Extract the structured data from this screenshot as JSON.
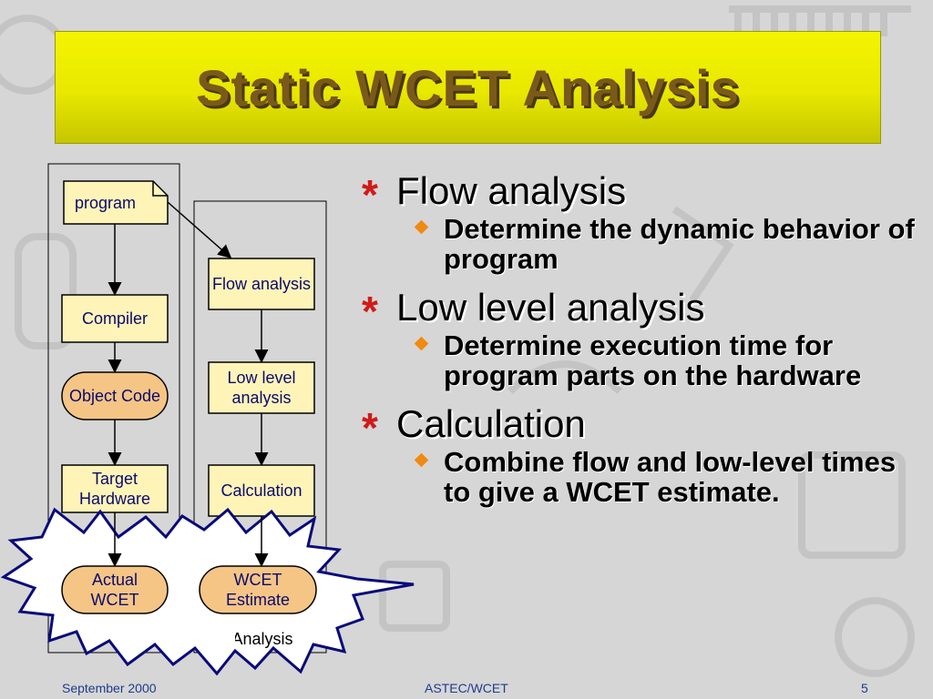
{
  "slide": {
    "title": "Static WCET Analysis",
    "colors": {
      "title_bg": "#e8e800",
      "title_text": "#7a5a1a",
      "bullet_star": "#d11a1a",
      "sub_bullet": "#f08a10",
      "box_fill": "#fff4b8",
      "oval_fill": "#f5c586",
      "footer_text": "#1c3c8c"
    }
  },
  "diagram": {
    "left_nodes": {
      "program": "program",
      "compiler": "Compiler",
      "object_code": "Object Code",
      "target_hardware": "Target Hardware",
      "actual_wcet": "Actual WCET"
    },
    "right_nodes": {
      "flow_analysis": "Flow analysis",
      "low_level_analysis": "Low level analysis",
      "calculation": "Calculation",
      "wcet_estimate": "WCET Estimate"
    },
    "right_column_partial_label": "Analysis"
  },
  "bullets": [
    {
      "heading": "Flow analysis",
      "detail": "Determine the dynamic behavior of program"
    },
    {
      "heading": "Low level analysis",
      "detail": "Determine execution time for program parts on the hardware"
    },
    {
      "heading": "Calculation",
      "detail": "Combine flow and low-level times to give a WCET estimate."
    }
  ],
  "footer": {
    "date": "September 2000",
    "center": "ASTEC/WCET",
    "page": "5"
  }
}
